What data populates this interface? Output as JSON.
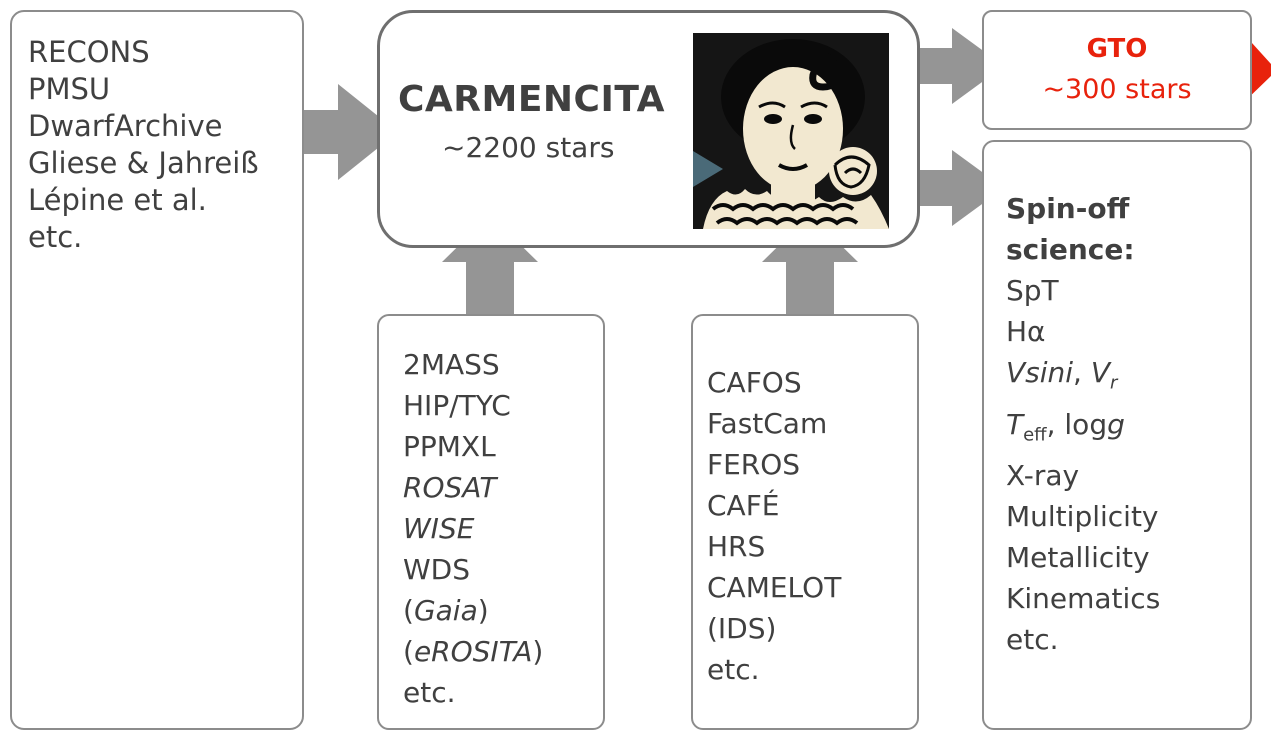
{
  "sources_box": {
    "items": [
      "RECONS",
      "PMSU",
      "DwarfArchive",
      "Gliese & Jahreiß",
      "Lépine et al.",
      "etc."
    ]
  },
  "carmencita": {
    "title": "CARMENCITA",
    "subtitle": "~2200 stars"
  },
  "gto": {
    "title": "GTO",
    "subtitle": "~300 stars"
  },
  "catalogues_box": {
    "items": [
      {
        "pre": "",
        "it": "",
        "text": "2MASS",
        "post": ""
      },
      {
        "pre": "",
        "it": "",
        "text": "HIP/TYC",
        "post": ""
      },
      {
        "pre": "",
        "it": "",
        "text": "PPMXL",
        "post": ""
      },
      {
        "pre": "",
        "it": "ROSAT",
        "text": "",
        "post": ""
      },
      {
        "pre": "",
        "it": "WISE",
        "text": "",
        "post": ""
      },
      {
        "pre": "",
        "it": "",
        "text": "WDS",
        "post": ""
      },
      {
        "pre": "(",
        "it": "Gaia",
        "text": "",
        "post": ")"
      },
      {
        "pre": "(",
        "it": "eROSITA",
        "text": "",
        "post": ")"
      },
      {
        "pre": "",
        "it": "",
        "text": "etc.",
        "post": ""
      }
    ]
  },
  "instruments_box": {
    "items": [
      "CAFOS",
      "FastCam",
      "FEROS",
      "CAFÉ",
      "HRS",
      "CAMELOT",
      "(IDS)",
      "etc."
    ]
  },
  "spinoff_box": {
    "heading_1": "Spin-off",
    "heading_2": "science:",
    "line_spt": "SpT",
    "line_halpha": "Hα",
    "vsini": "Vsini",
    "vsini_sep": ", ",
    "vr_main": "V",
    "vr_sub": "r",
    "teff_main": "T",
    "teff_sub": "eff",
    "teff_sep": ", ",
    "logg_pre": "log",
    "logg_it": "g",
    "others": [
      "X-ray",
      "Multiplicity",
      "Metallicity",
      "Kinematics",
      "etc."
    ]
  },
  "colors": {
    "accent_red": "#e8220c",
    "arrow_gray": "#959595",
    "border_gray": "#8c8c8c",
    "text": "#404040"
  }
}
